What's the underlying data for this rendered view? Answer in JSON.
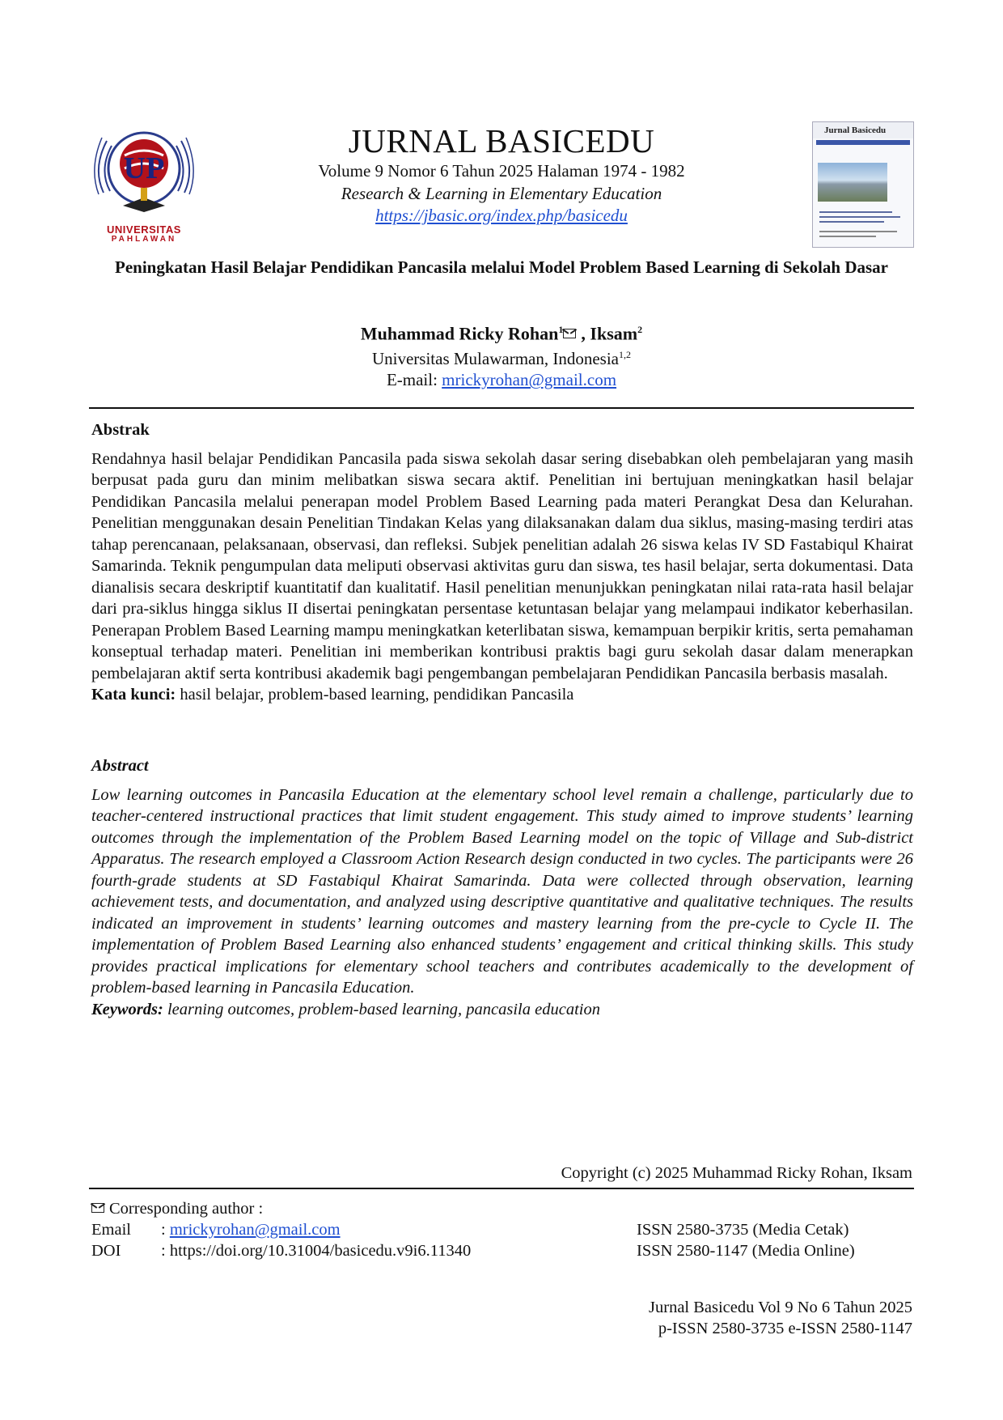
{
  "header": {
    "logo_text_1": "UNIVERSITAS",
    "logo_text_2": "PAHLAWAN",
    "journal_title": "JURNAL BASICEDU",
    "volume_line": "Volume 9 Nomor 6 Tahun 2025 Halaman 1974 - 1982",
    "subtitle": "Research & Learning in Elementary Education",
    "url": "https://jbasic.org/index.php/basicedu",
    "cover_title": "Jurnal Basicedu"
  },
  "article": {
    "title": "Peningkatan Hasil Belajar Pendidikan Pancasila melalui Model Problem Based Learning di Sekolah Dasar",
    "author1": "Muhammad Ricky Rohan",
    "author1_sup": "1",
    "author_sep": ", ",
    "author2": "Iksam",
    "author2_sup": "2",
    "affiliation": "Universitas Mulawarman, Indonesia",
    "affiliation_sup": "1,2",
    "email_label": "E-mail: ",
    "email": "mrickyrohan@gmail.com"
  },
  "abstrak": {
    "heading": "Abstrak",
    "text": "Rendahnya hasil belajar Pendidikan Pancasila pada siswa sekolah dasar sering disebabkan oleh pembelajaran yang masih berpusat pada guru dan minim melibatkan siswa secara aktif. Penelitian ini bertujuan meningkatkan hasil belajar Pendidikan Pancasila melalui penerapan model Problem Based Learning pada materi Perangkat Desa dan Kelurahan. Penelitian menggunakan desain Penelitian Tindakan Kelas yang dilaksanakan dalam dua siklus, masing-masing terdiri atas tahap perencanaan, pelaksanaan, observasi, dan refleksi. Subjek penelitian adalah 26 siswa kelas IV SD Fastabiqul Khairat Samarinda. Teknik pengumpulan data meliputi observasi aktivitas guru dan siswa, tes hasil belajar, serta dokumentasi. Data dianalisis secara deskriptif kuantitatif dan kualitatif. Hasil penelitian menunjukkan peningkatan nilai rata-rata hasil belajar dari pra-siklus hingga siklus II disertai peningkatan persentase ketuntasan belajar yang melampaui indikator keberhasilan. Penerapan Problem Based Learning mampu meningkatkan keterlibatan siswa, kemampuan berpikir kritis, serta pemahaman konseptual terhadap materi. Penelitian ini memberikan kontribusi praktis bagi guru sekolah dasar dalam menerapkan pembelajaran aktif serta kontribusi akademik bagi pengembangan pembelajaran Pendidikan Pancasila berbasis masalah.",
    "kw_label": "Kata kunci:",
    "kw_text": " hasil belajar, problem-based learning, pendidikan Pancasila"
  },
  "abstract": {
    "heading": "Abstract",
    "text": "Low learning outcomes in Pancasila Education at the elementary school level remain a challenge, particularly due to teacher-centered instructional practices that limit student engagement. This study aimed to improve students’ learning outcomes through the implementation of the Problem Based Learning model on the topic of Village and Sub-district Apparatus. The research employed a Classroom Action Research design conducted in two cycles. The participants were 26 fourth-grade students at SD Fastabiqul Khairat Samarinda. Data were collected through observation, learning achievement tests, and documentation, and analyzed using descriptive quantitative and qualitative techniques. The results indicated an improvement in students’ learning outcomes and mastery learning from the pre-cycle to Cycle II. The implementation of Problem Based Learning also enhanced students’ engagement and critical thinking skills. This study provides practical implications for elementary school teachers and contributes academically to the development of problem-based learning in Pancasila Education.",
    "kw_label": "Keywords:",
    "kw_text": " learning outcomes, problem-based learning, pancasila education"
  },
  "footer": {
    "copyright": "Copyright (c) 2025 Muhammad Ricky Rohan, Iksam",
    "corresponding": "Corresponding author :",
    "email_label": "Email",
    "email_sep": ": ",
    "email": "mrickyrohan@gmail.com",
    "doi_label": "DOI",
    "doi_value": ": https://doi.org/10.31004/basicedu.v9i6.11340",
    "issn_print": "ISSN 2580-3735 (Media Cetak)",
    "issn_online": "ISSN 2580-1147 (Media Online)",
    "journal_line": "Jurnal Basicedu Vol 9 No 6 Tahun 2025",
    "issn_line": "p-ISSN 2580-3735 e-ISSN 2580-1147"
  }
}
